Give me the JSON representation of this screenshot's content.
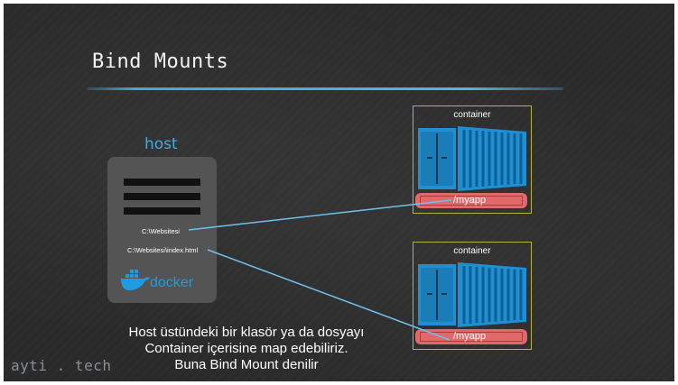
{
  "slide": {
    "title": "Bind Mounts",
    "brand": "ayti . tech"
  },
  "host": {
    "label": "host",
    "path_folder": "C:\\Websitesi",
    "path_file": "C:\\Websitesi\\index.html",
    "logo_text": "docker"
  },
  "containers": [
    {
      "label": "container",
      "mount_path": "/myapp"
    },
    {
      "label": "container",
      "mount_path": "/myapp"
    }
  ],
  "caption": {
    "line1": "Host üstündeki bir klasör ya da dosyayı",
    "line2": "Container içerisine map edebiliriz.",
    "line3": "Buna Bind Mount denilir"
  },
  "colors": {
    "accent_blue": "#4aa3d2",
    "mount_red": "#e06a6a",
    "container_border": "#b8b23c",
    "docker_blue": "#1d9ce0"
  }
}
